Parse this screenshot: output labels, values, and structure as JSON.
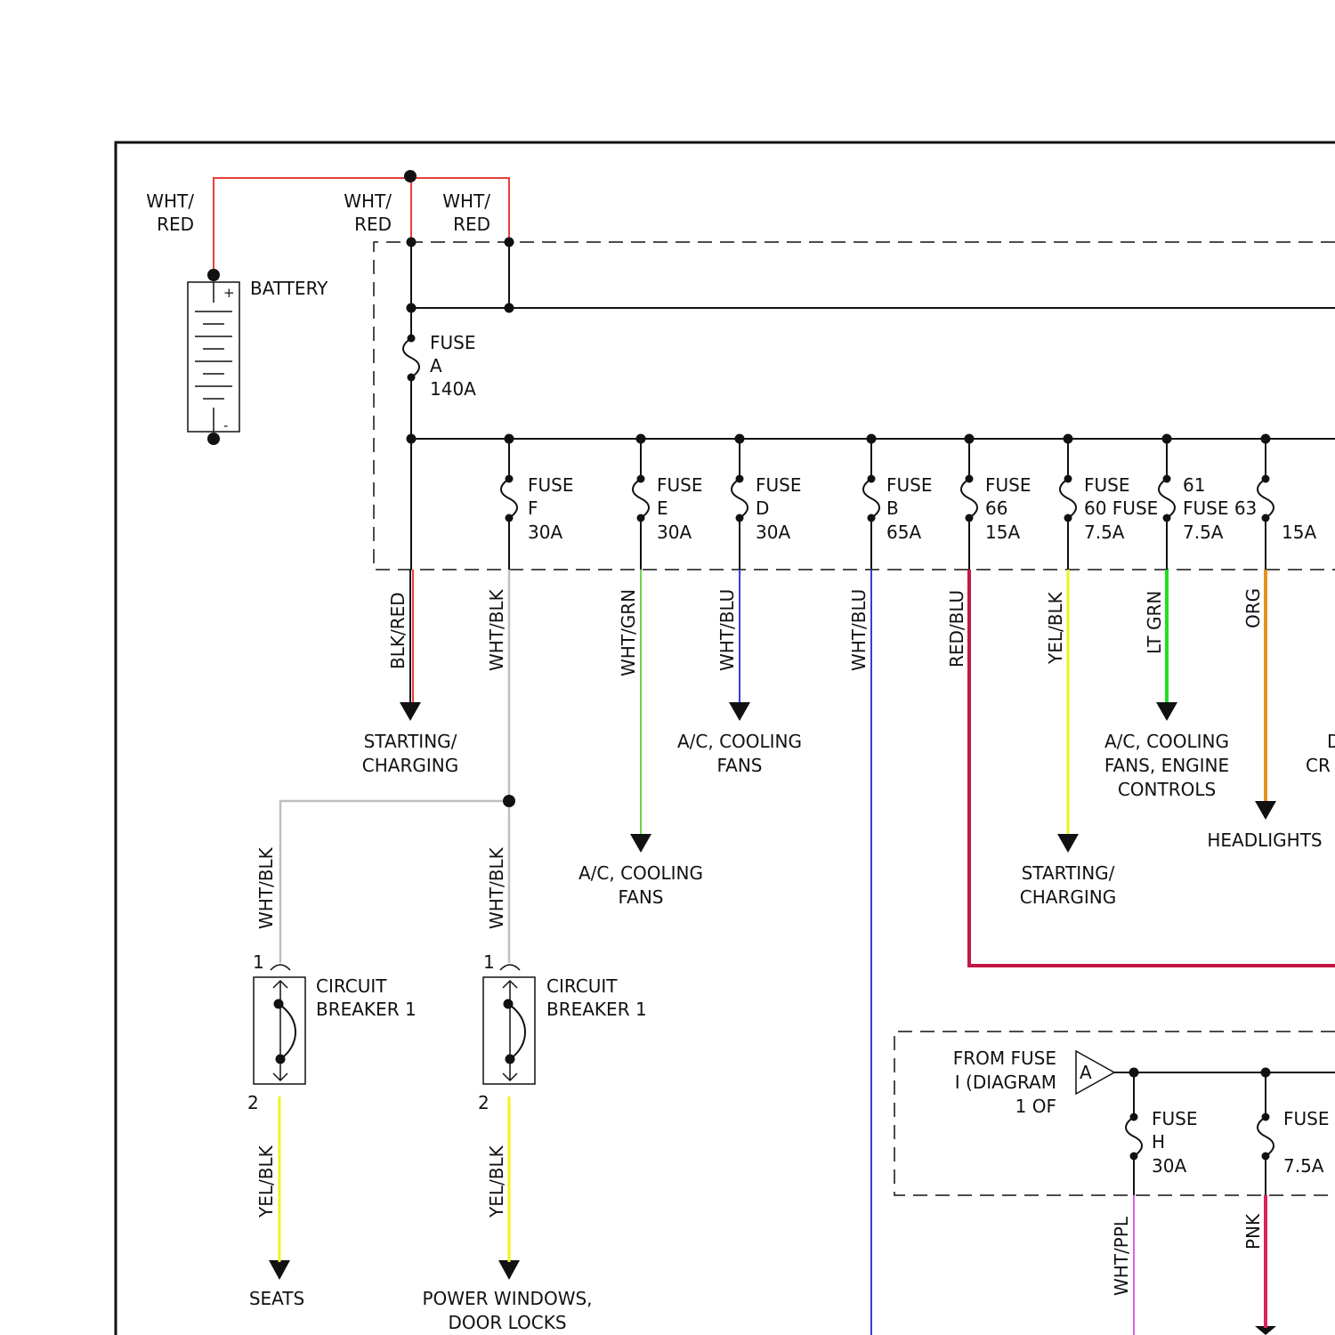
{
  "wire_colors": {
    "red": "#e8403a",
    "wht": "#bfbfbf",
    "grn": "#6fd44a",
    "blu": "#3b3bd6",
    "redblu": "#c21845",
    "yel": "#f2f21a",
    "ltgrn": "#22dd22",
    "org": "#e8901e",
    "ppl": "#e060e0",
    "pnk": "#e0205a"
  },
  "labels": {
    "battery": "BATTERY",
    "plus": "+",
    "minus": "-",
    "wht": "WHT/",
    "red": "RED",
    "fuse": "FUSE",
    "fuse_a_id": "A",
    "fuse_a_amp": "140A",
    "fuse_f_id": "F",
    "fuse_f_amp": "30A",
    "fuse_e_id": "E",
    "fuse_e_amp": "30A",
    "fuse_d_id": "D",
    "fuse_d_amp": "30A",
    "fuse_b_id": "B",
    "fuse_b_amp": "65A",
    "fuse_66_id": "66",
    "fuse_66_amp": "15A",
    "fuse_60_line": "60 FUSE",
    "fuse_60_amp": "7.5A",
    "fuse_61_top": "61",
    "fuse_61_line": "FUSE 63",
    "fuse_61_amp": "7.5A",
    "fuse_63_amp": "15A",
    "fuse_h_id": "H",
    "fuse_h_amp": "30A",
    "fuse_r_amp": "7.5A",
    "blk_red": "BLK/RED",
    "wht_blk": "WHT/BLK",
    "wht_grn": "WHT/GRN",
    "wht_blu": "WHT/BLU",
    "red_blu": "RED/BLU",
    "yel_blk": "YEL/BLK",
    "lt_grn": "LT GRN",
    "org": "ORG",
    "wht_ppl": "WHT/PPL",
    "pnk": "PNK",
    "dest_starting_1": "STARTING/",
    "dest_starting_2": "CHARGING",
    "dest_ac_1": "A/C, COOLING",
    "dest_ac_2": "FANS",
    "dest_ace_1": "A/C, COOLING",
    "dest_ace_2": "FANS, ENGINE",
    "dest_ace_3": "CONTROLS",
    "dest_headlights": "HEADLIGHTS",
    "dest_d": "D",
    "dest_cr": "CR",
    "dest_seats": "SEATS",
    "dest_pw_1": "POWER WINDOWS,",
    "dest_pw_2": "DOOR LOCKS",
    "cb_1": "CIRCUIT",
    "cb_2": "BREAKER 1",
    "pin_1": "1",
    "pin_2": "2",
    "from_1": "FROM FUSE",
    "from_2": "I (DIAGRAM",
    "from_3": "1 OF",
    "connector_a": "A"
  }
}
